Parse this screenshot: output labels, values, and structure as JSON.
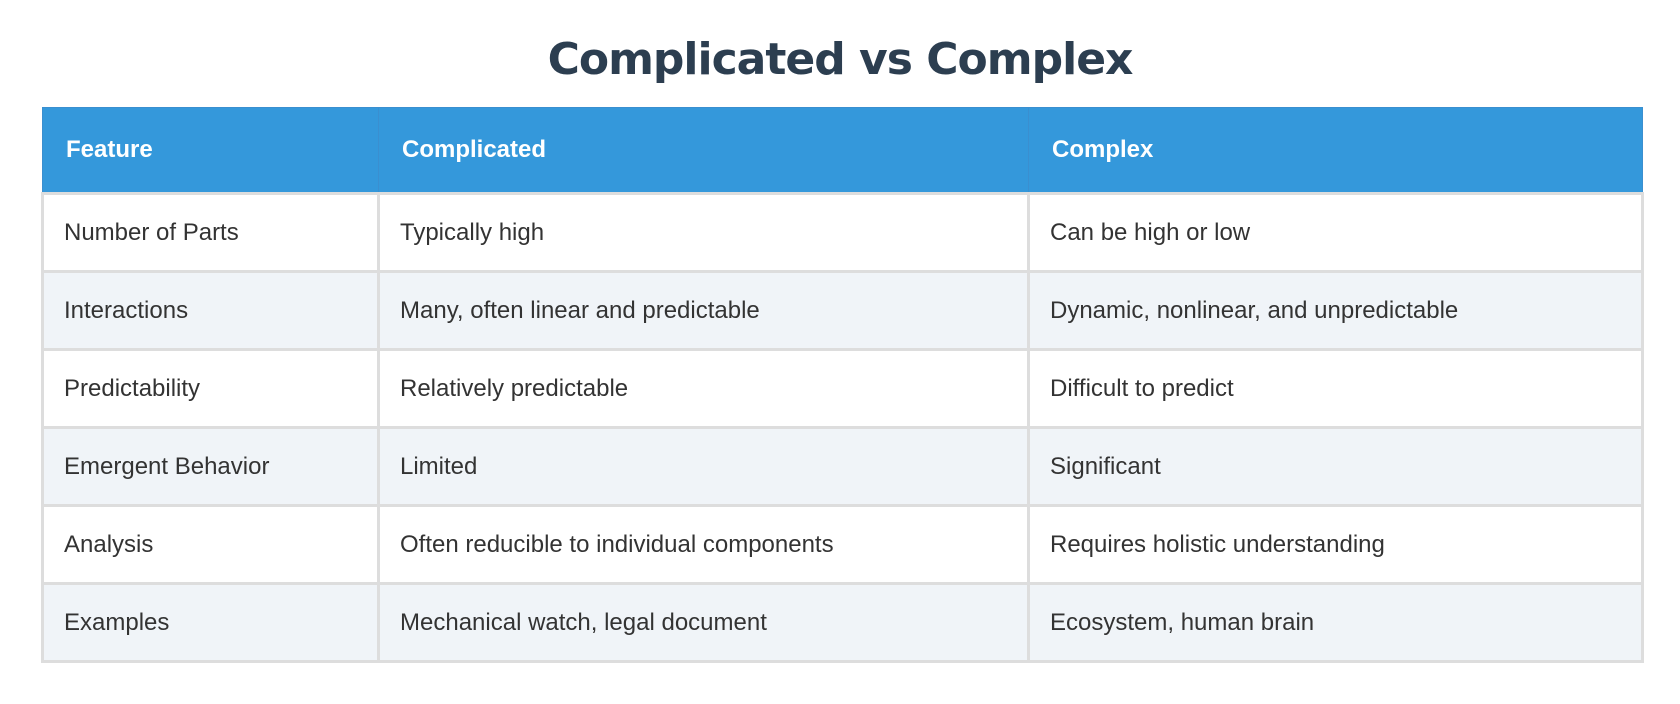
{
  "title": "Complicated vs Complex",
  "colors": {
    "title": "#2c3e50",
    "header_bg": "#3498db",
    "header_text": "#ffffff",
    "row_alt_bg": "#f0f4f8",
    "border": "#dddddd"
  },
  "table": {
    "headers": [
      "Feature",
      "Complicated",
      "Complex"
    ],
    "rows": [
      [
        "Number of Parts",
        "Typically high",
        "Can be high or low"
      ],
      [
        "Interactions",
        "Many, often linear and predictable",
        "Dynamic, nonlinear, and unpredictable"
      ],
      [
        "Predictability",
        "Relatively predictable",
        "Difficult to predict"
      ],
      [
        "Emergent Behavior",
        "Limited",
        "Significant"
      ],
      [
        "Analysis",
        "Often reducible to individual components",
        "Requires holistic understanding"
      ],
      [
        "Examples",
        "Mechanical watch, legal document",
        "Ecosystem, human brain"
      ]
    ]
  }
}
